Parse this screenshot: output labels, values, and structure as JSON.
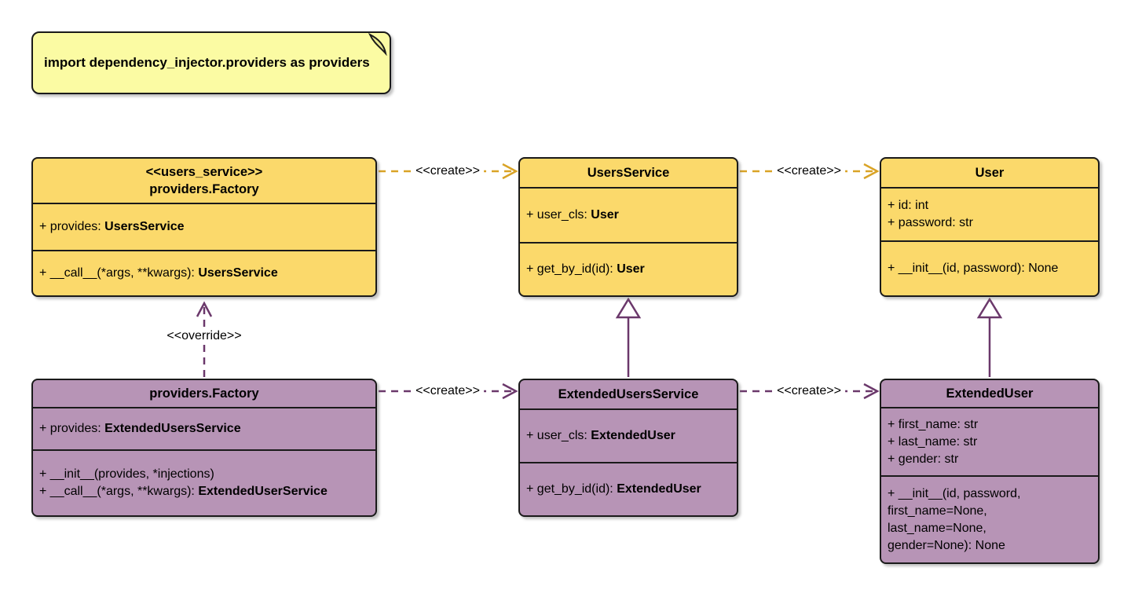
{
  "note": {
    "text": "import dependency_injector.providers as providers"
  },
  "labels": {
    "create": "<<create>>",
    "override": "<<override>>"
  },
  "classes": {
    "factory_users": {
      "stereotype": "<<users_service>>",
      "name": "providers.Factory",
      "attr_prefix": "+ provides: ",
      "attr_type": "UsersService",
      "method_prefix": "+ __call__(*args, **kwargs): ",
      "method_type": "UsersService"
    },
    "users_service": {
      "name": "UsersService",
      "attr_prefix": "+ user_cls: ",
      "attr_type": "User",
      "method_prefix": "+ get_by_id(id): ",
      "method_type": "User"
    },
    "user": {
      "name": "User",
      "attrs": [
        "+ id: int",
        "+ password: str"
      ],
      "method": "+ __init__(id, password): None"
    },
    "factory_extended": {
      "name": "providers.Factory",
      "attr_prefix": "+ provides: ",
      "attr_type": "ExtendedUsersService",
      "method1": "+ __init__(provides, *injections)",
      "method2_prefix": "+ __call__(*args, **kwargs): ",
      "method2_type": "ExtendedUserService"
    },
    "extended_users_service": {
      "name": "ExtendedUsersService",
      "attr_prefix": "+ user_cls: ",
      "attr_type": "ExtendedUser",
      "method_prefix": "+ get_by_id(id): ",
      "method_type": "ExtendedUser"
    },
    "extended_user": {
      "name": "ExtendedUser",
      "attrs": [
        "+ first_name: str",
        "+ last_name: str",
        "+ gender: str"
      ],
      "method_lines": [
        "+ __init__(id, password,",
        "first_name=None,",
        "last_name=None,",
        "gender=None): None"
      ]
    }
  },
  "colors": {
    "class_fill_yellow": "#FBD96B",
    "class_fill_purple": "#B794B6",
    "note_fill": "#FBFBA3",
    "edge_yellow": "#D9A326",
    "edge_purple": "#6B386B",
    "border": "#1A1A1A"
  }
}
